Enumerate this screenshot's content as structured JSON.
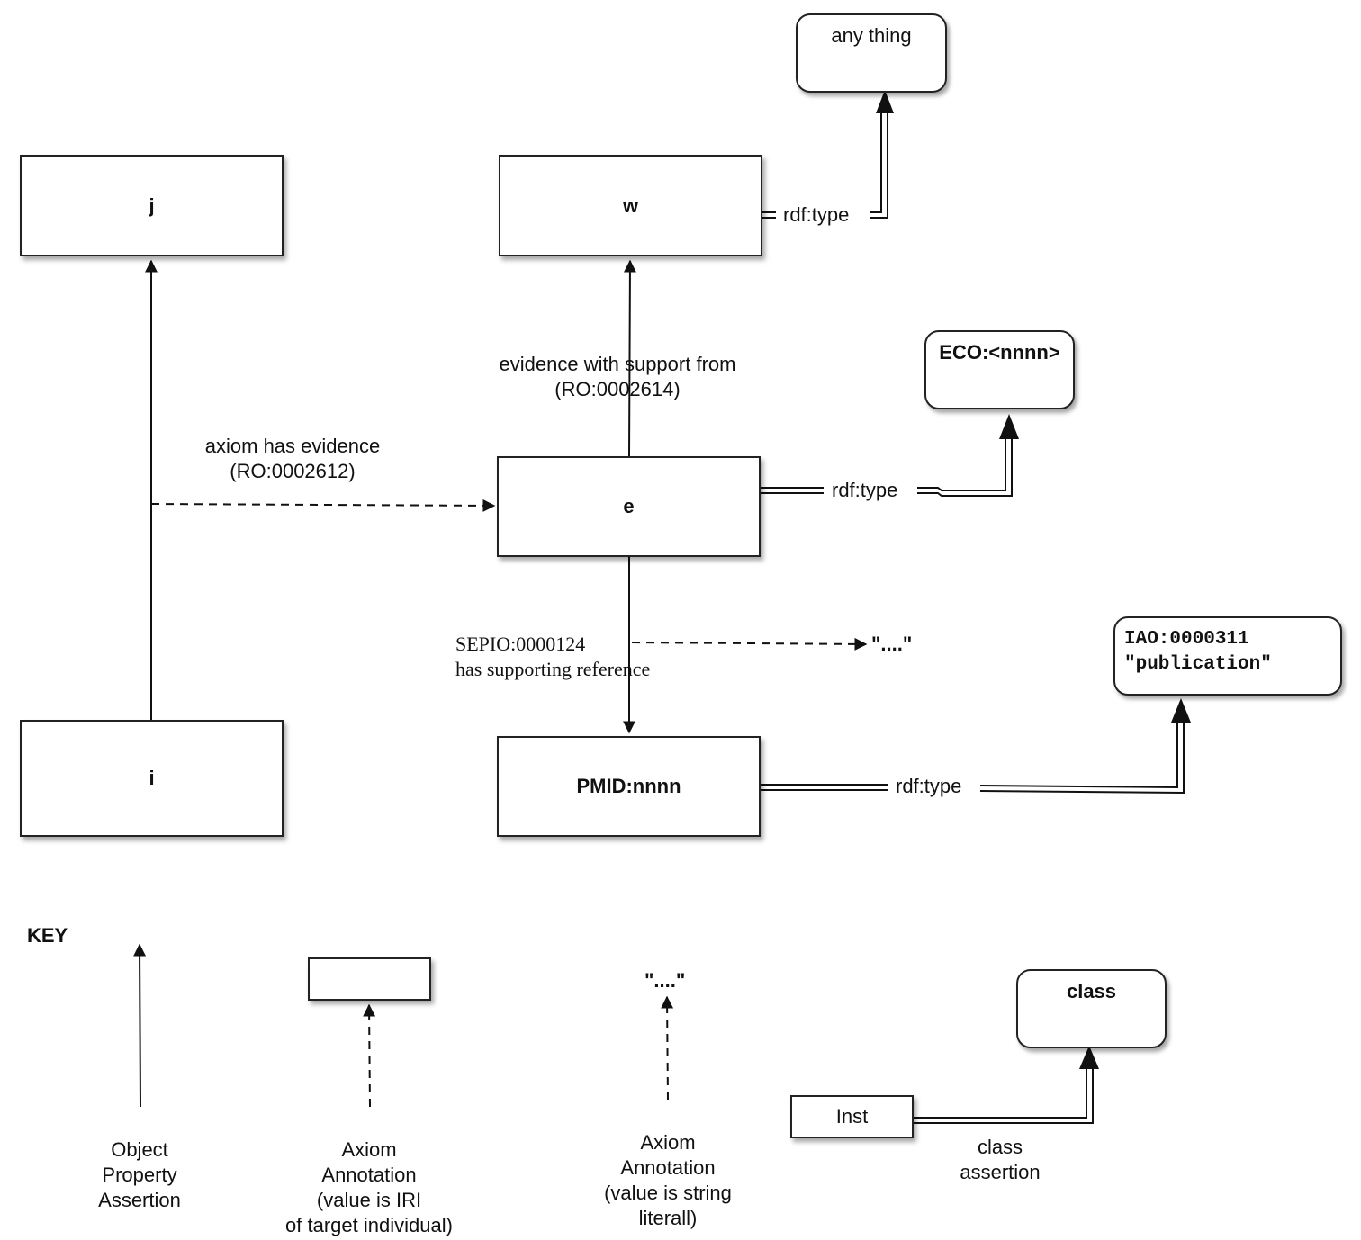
{
  "nodes": {
    "any_thing": "any thing",
    "j": "j",
    "w": "w",
    "eco": "ECO:<nnnn>",
    "e": "e",
    "i": "i",
    "pmid": "PMID:nnnn",
    "iao_line1": "IAO:0000311",
    "iao_line2": "\"publication\"",
    "literal": "\"....\""
  },
  "edges": {
    "rdf_type": "rdf:type",
    "evidence_support_line1": "evidence with support from",
    "evidence_support_line2": "(RO:0002614)",
    "axiom_evidence_line1": "axiom has evidence",
    "axiom_evidence_line2": "(RO:0002612)",
    "sepio_line1": "SEPIO:0000124",
    "sepio_line2": "has supporting reference"
  },
  "key": {
    "title": "KEY",
    "object_property": [
      "Object",
      "Property",
      "Assertion"
    ],
    "axiom_iri": [
      "Axiom",
      "Annotation",
      "(value is IRI",
      "of target individual)"
    ],
    "literal_sample": "\"....\"",
    "axiom_literal": [
      "Axiom",
      "Annotation",
      "(value is string",
      "literall)"
    ],
    "class_box": "class",
    "inst_box": "Inst",
    "class_assertion": [
      "class",
      "assertion"
    ]
  }
}
